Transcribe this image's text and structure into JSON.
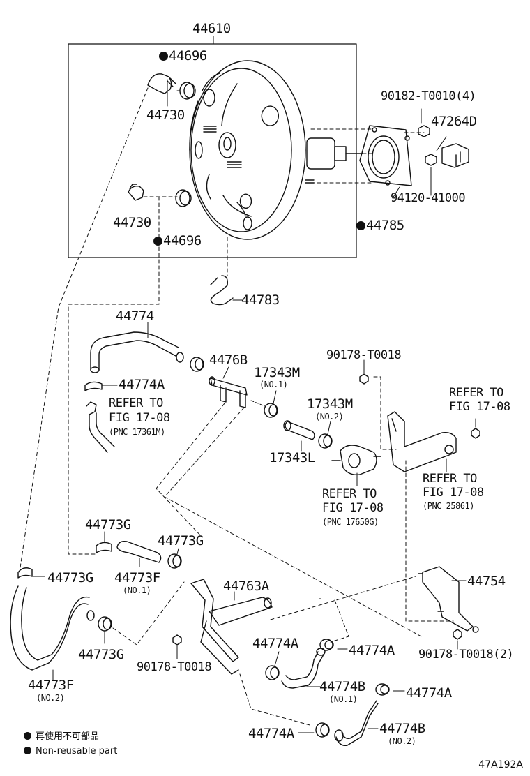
{
  "labels": {
    "booster_assy": "44610",
    "gasket_top": "44696",
    "check_valve_top": "44730",
    "check_valve_bottom": "44730",
    "gasket_bottom": "44696",
    "bolt_9018": "90182-T0010(4)",
    "bracket_47264": "47264D",
    "nut_94120": "94120-41000",
    "gasket_44785": "44785",
    "clip_44783": "44783",
    "hose_44774": "44774",
    "clamp_44774a_1": "44774A",
    "union_4476b": "4476B",
    "hose_17343m_1": "17343M",
    "hose_17343m_1_no": "(NO.1)",
    "bolt_90178_top": "90178-T0018",
    "hose_17343m_2": "17343M",
    "hose_17343m_2_no": "(NO.2)",
    "pipe_17343l": "17343L",
    "refer_left_1": "REFER TO",
    "refer_left_2": "FIG 17-08",
    "refer_left_3": "(PNC 17361M)",
    "refer_right_top_1": "REFER TO",
    "refer_right_top_2": "FIG 17-08",
    "refer_mid_1": "REFER TO",
    "refer_mid_2": "FIG 17-08",
    "refer_mid_3": "(PNC 17650G)",
    "refer_right_1": "REFER TO",
    "refer_right_2": "FIG 17-08",
    "refer_right_3": "(PNC 25861)",
    "clamp_44773g_1": "44773G",
    "clamp_44773g_2": "44773G",
    "clamp_44773g_3": "44773G",
    "hose_44773f_1": "44773F",
    "hose_44773f_1_no": "(NO.1)",
    "clamp_44773g_4": "44773G",
    "hose_44773f_2": "44773F",
    "hose_44773f_2_no": "(NO.2)",
    "tank_44763a": "44763A",
    "bracket_44754": "44754",
    "clamp_44774a_2": "44774A",
    "clamp_44774a_3": "44774A",
    "hose_44774b_1": "44774B",
    "hose_44774b_1_no": "(NO.1)",
    "clamp_44774a_4": "44774A",
    "clamp_44774a_5": "44774A",
    "hose_44774b_2": "44774B",
    "hose_44774b_2_no": "(NO.2)",
    "bolt_90178_mid": "90178-T0018",
    "bolt_90178_right": "90178-T0018(2)"
  },
  "legend": {
    "jp": "再使用不可部品",
    "en": "Non-reusable part"
  },
  "figure_code": "47A192A"
}
